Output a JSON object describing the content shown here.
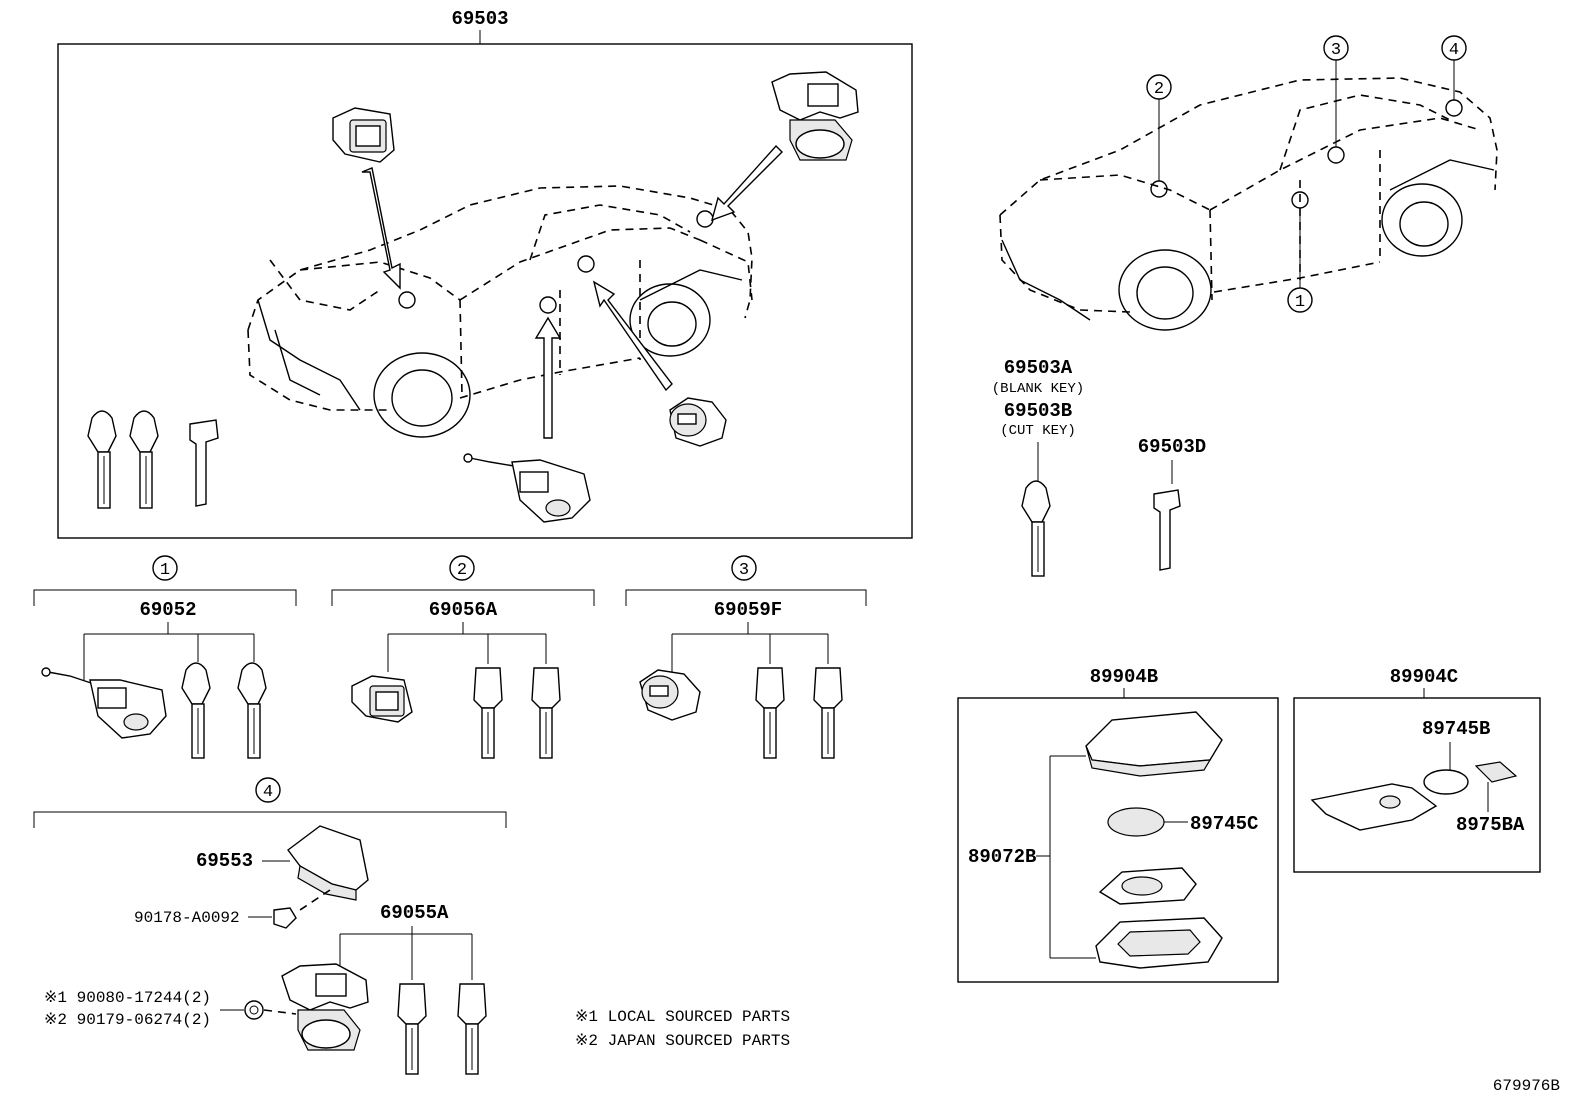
{
  "main_assembly": {
    "part_no": "69503"
  },
  "callouts": [
    "①",
    "②",
    "③",
    "④"
  ],
  "callout_digits": [
    "1",
    "2",
    "3",
    "4"
  ],
  "keys": {
    "blank_key_no": "69503A",
    "blank_key_label": "(BLANK KEY)",
    "cut_key_no": "69503B",
    "cut_key_label": "(CUT KEY)",
    "card_key_no": "69503D"
  },
  "groups": {
    "g1": {
      "part_no": "69052"
    },
    "g2": {
      "part_no": "69056A"
    },
    "g3": {
      "part_no": "69059F"
    },
    "g4": {
      "cover": "69553",
      "screw": "90178-A0092",
      "cylinder_set": "69055A",
      "nut_1": "※1 90080-17244(2)",
      "nut_2": "※2 90179-06274(2)"
    }
  },
  "remote_b": {
    "part_no": "89904B",
    "case": "89072B",
    "battery": "89745C"
  },
  "remote_c": {
    "part_no": "89904C",
    "battery": "89745B",
    "sticker": "8975BA"
  },
  "notes": [
    "※1 LOCAL SOURCED PARTS",
    "※2 JAPAN SOURCED PARTS"
  ],
  "figure_id": "679976B"
}
